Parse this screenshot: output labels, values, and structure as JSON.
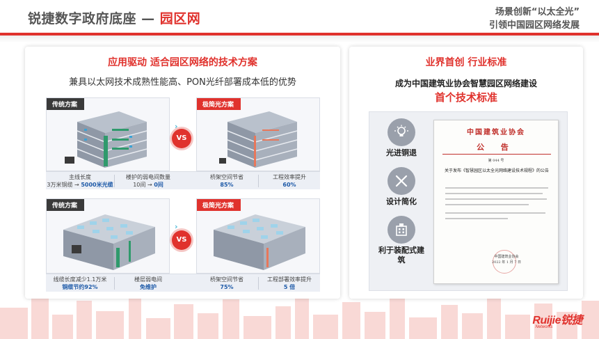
{
  "header": {
    "title_main": "锐捷数字政府底座 — ",
    "title_accent": "园区网",
    "right_line1": "场景创新“以太全光”",
    "right_line2": "引领中国园区网络发展"
  },
  "left": {
    "title": "应用驱动  适合园区网络的技术方案",
    "subtitle": "兼具以太网技术成熟性能高、PON光纤部署成本低的优势",
    "vs_label": "VS",
    "row1": {
      "left_tag": "传统方案",
      "right_tag": "极简光方案",
      "stats": [
        {
          "label": "主线长度",
          "value_prefix": "3万米铜缆 → ",
          "value": "5000米光缆"
        },
        {
          "label": "楼护的弱电间数量",
          "value_prefix": "10间 → ",
          "value": "0间"
        },
        {
          "label": "桥架空间节省",
          "value_prefix": "",
          "value": "85%"
        },
        {
          "label": "工程效率提升",
          "value_prefix": "",
          "value": "60%"
        }
      ]
    },
    "row2": {
      "left_tag": "传统方案",
      "right_tag": "极简光方案",
      "stats": [
        {
          "label": "线缆长度减少1.1万米",
          "value_prefix": "",
          "value": "铜缆节约92%"
        },
        {
          "label": "楼层弱电间",
          "value_prefix": "",
          "value": "免维护"
        },
        {
          "label": "桥架空间节省",
          "value_prefix": "",
          "value": "75%"
        },
        {
          "label": "工程部署效率提升",
          "value_prefix": "",
          "value": "5 倍"
        }
      ]
    }
  },
  "right": {
    "title": "业界首创  行业标准",
    "subtitle": "成为中国建筑业协会智慧园区网络建设",
    "subtitle_accent": "首个技术标准",
    "features": [
      {
        "icon": "bulb-icon",
        "label": "光进铜退"
      },
      {
        "icon": "tools-icon",
        "label": "设计简化"
      },
      {
        "icon": "building-icon",
        "label": "利于装配式建筑"
      }
    ],
    "doc": {
      "org": "中国建筑业协会",
      "kind": "公  告",
      "number": "第 044 号",
      "title": "关于发布《智慧园区以太全光网络建设技术规程》的公告",
      "sign_org": "中国建筑业协会",
      "sign_date": "2022 年 1 月 7 日"
    }
  },
  "logo": {
    "main": "Ruijie锐捷",
    "sub": "Networks"
  },
  "colors": {
    "accent": "#e0322d",
    "highlight": "#1e5aa8"
  }
}
